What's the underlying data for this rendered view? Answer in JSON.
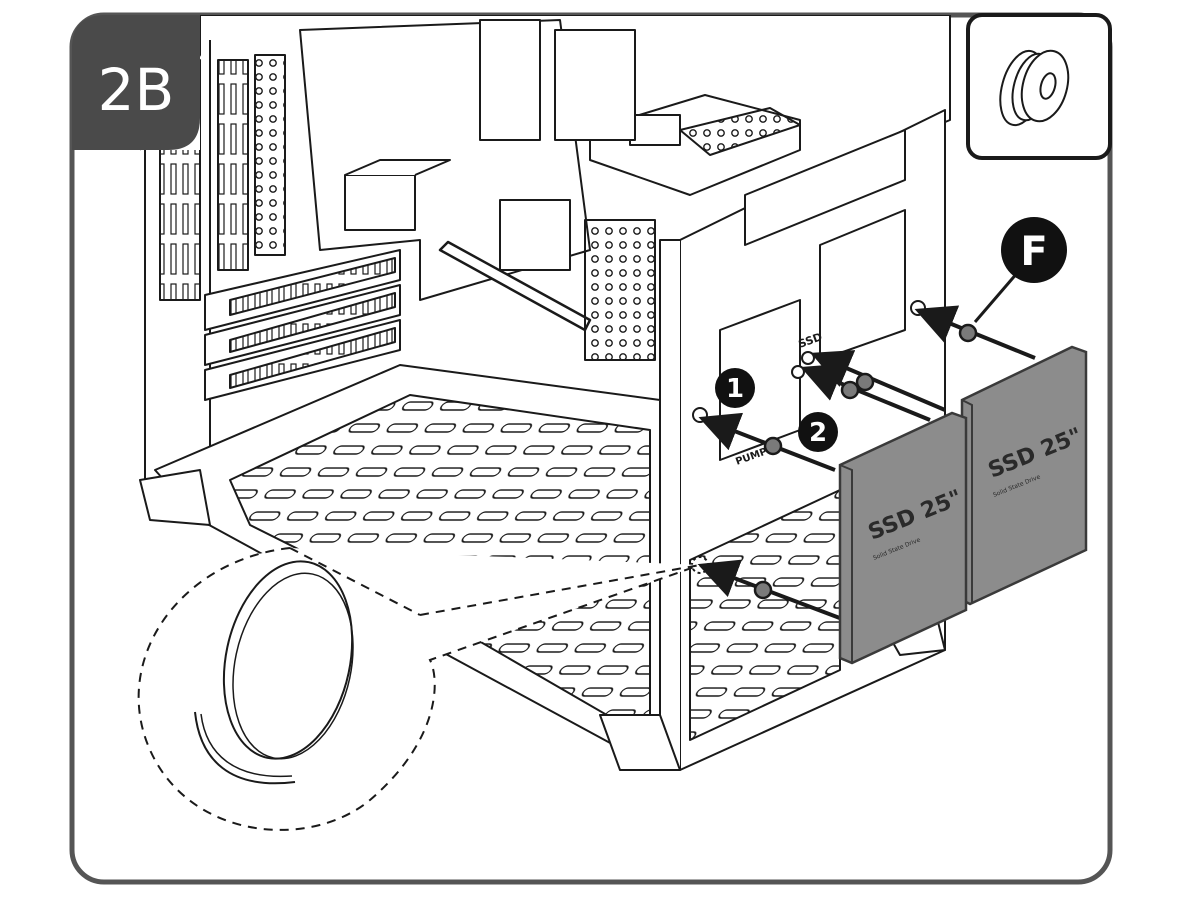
{
  "step_badge": "2B",
  "callout_letter": "F",
  "callout_numbers": [
    "1",
    "2"
  ],
  "hole_labels": {
    "ssd": "SSD",
    "pump": "PUMP"
  },
  "drives": [
    {
      "label": "SSD 25\"",
      "subtext": "Solid State Drive"
    },
    {
      "label": "SSD 25\"",
      "subtext": "Solid State Drive"
    }
  ],
  "colors": {
    "frame": "#555555",
    "badge": "#4a4a4a",
    "badge_text": "#ffffff",
    "drive_fill": "#8c8c8c",
    "drive_edge": "#3a3a3a",
    "callout_fill": "#111111",
    "line": "#1a1a1a",
    "grommet": "#7a7a7a"
  },
  "icons": {
    "inset_part": "rubber-grommet-icon",
    "zoom_detail": "grommet-detail-zoom"
  }
}
